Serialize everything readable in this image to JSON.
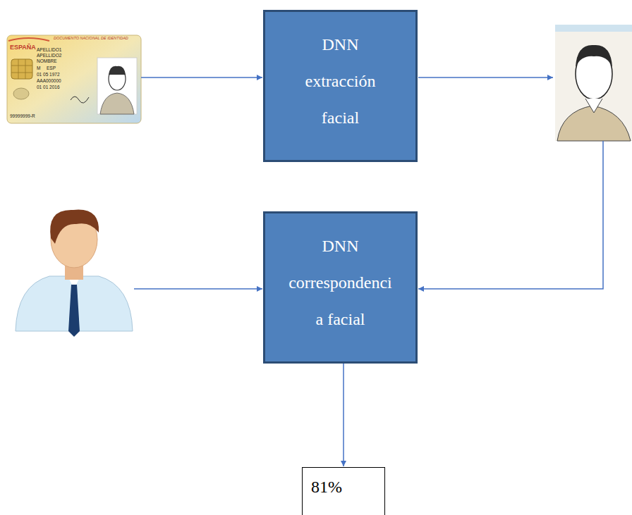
{
  "diagram": {
    "nodes": [
      {
        "text": [
          "DNN extracción facial"
        ]
      },
      {
        "text": [
          "DNN correspondencia facial"
        ]
      },
      {
        "text": [
          "81%"
        ]
      }
    ],
    "edges": [
      {
        "from": 1,
        "to": 2,
        "arrow": "to"
      }
    ],
    "labels": [
      "ESPAÑA",
      "DOCUMENTO NACIONAL DE IDENTIDAD",
      "APELLIDO1",
      "APELLIDO2",
      "NOMBRE",
      "M",
      "ESP",
      "01 05 1972",
      "AAA000000",
      "01 01 2016",
      "99999999-R"
    ]
  }
}
